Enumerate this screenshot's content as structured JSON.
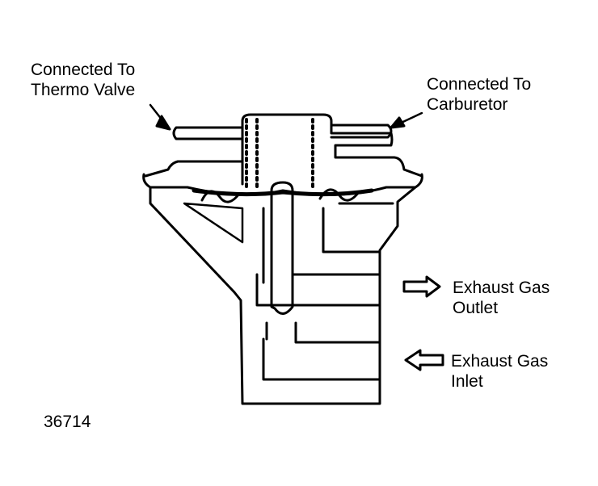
{
  "labels": {
    "thermo_valve": {
      "line1": "Connected To",
      "line2": "Thermo Valve"
    },
    "carburetor": {
      "line1": "Connected To",
      "line2": "Carburetor"
    },
    "outlet": {
      "line1": "Exhaust Gas",
      "line2": "Outlet"
    },
    "inlet": {
      "line1": "Exhaust Gas",
      "line2": "Inlet"
    }
  },
  "figure_number": "36714",
  "colors": {
    "ink": "#000000",
    "paper": "#ffffff"
  }
}
